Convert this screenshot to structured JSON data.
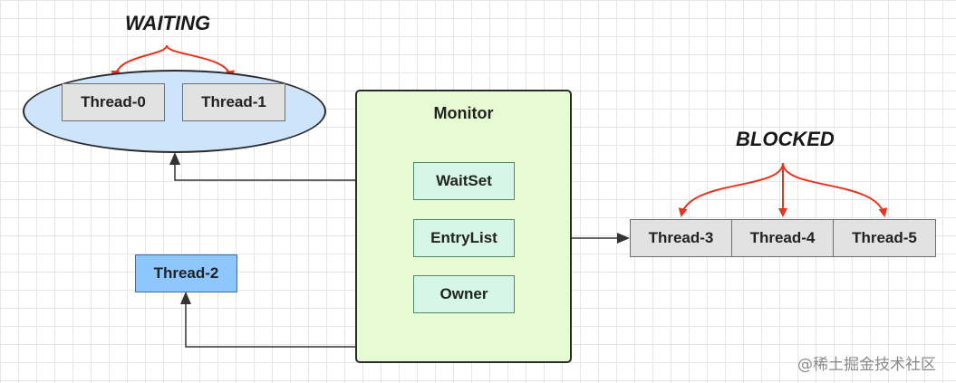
{
  "waiting": {
    "label": "WAITING",
    "threads": [
      "Thread-0",
      "Thread-1"
    ]
  },
  "monitor": {
    "title": "Monitor",
    "waitset": "WaitSet",
    "entrylist": "EntryList",
    "owner": "Owner"
  },
  "owner_thread": "Thread-2",
  "blocked": {
    "label": "BLOCKED",
    "threads": [
      "Thread-3",
      "Thread-4",
      "Thread-5"
    ]
  },
  "watermark": "@稀土掘金技术社区",
  "colors": {
    "red_arrow": "#e8331e",
    "monitor_fill": "#e7fbd2",
    "ellipse_fill": "#cde4fb",
    "owner_fill": "#8ec6ff"
  }
}
